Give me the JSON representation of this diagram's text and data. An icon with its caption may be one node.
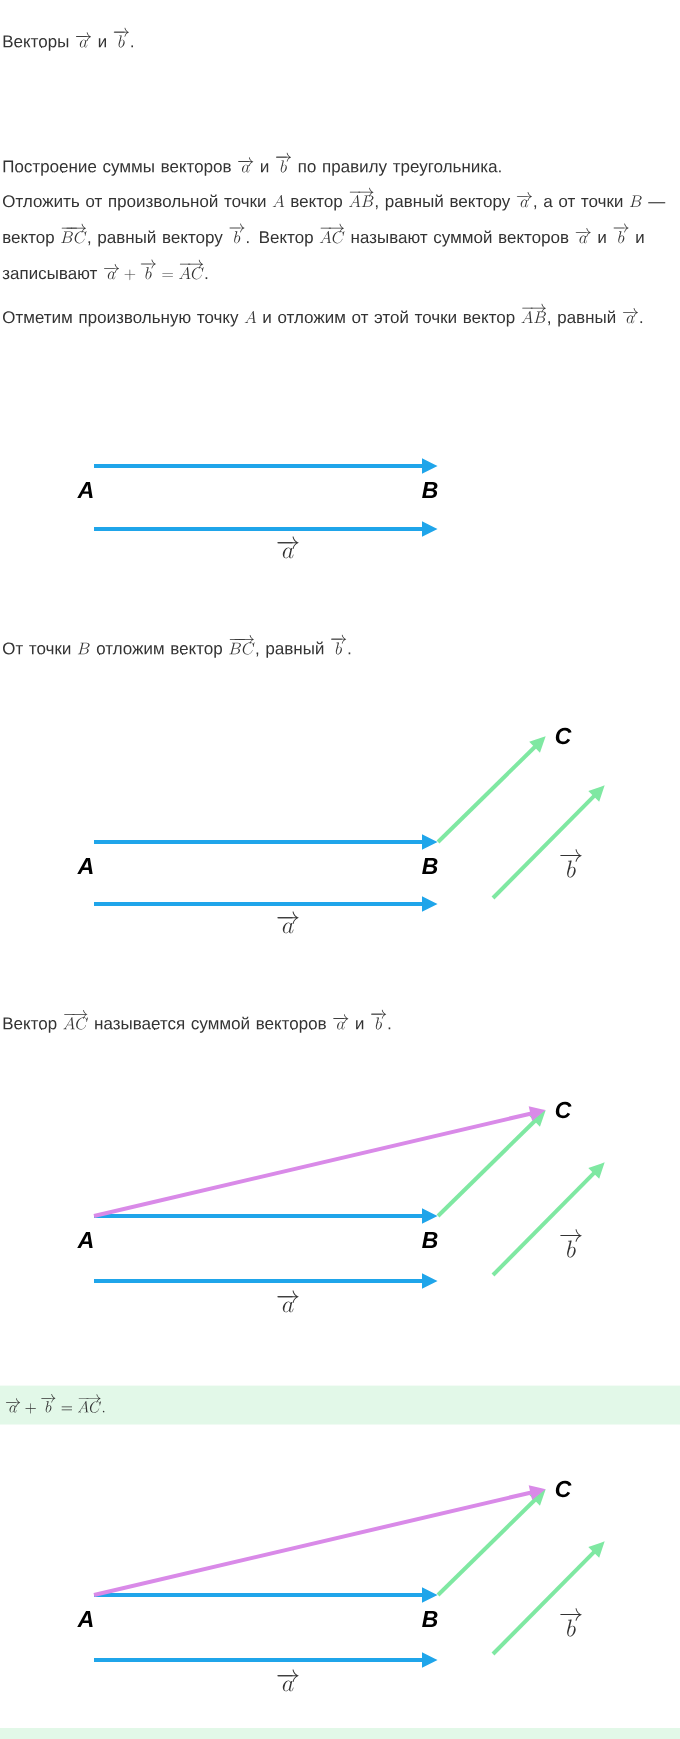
{
  "diagram": {
    "nodes": [
      {
        "text": [
          "A"
        ]
      },
      {
        "text": [
          "B"
        ]
      },
      {
        "text": [
          "A"
        ]
      },
      {
        "text": [
          "B"
        ]
      },
      {
        "text": [
          "C"
        ]
      },
      {
        "text": [
          "A"
        ]
      },
      {
        "text": [
          "B"
        ]
      },
      {
        "text": [
          "C"
        ]
      },
      {
        "text": [
          "\\overrightarrow{a} + \\overrightarrow{b} = \\overrightarrow{AC}."
        ]
      },
      {
        "text": [
          "A"
        ]
      },
      {
        "text": [
          "B"
        ]
      },
      {
        "text": [
          "C"
        ]
      }
    ],
    "edges": [
      {
        "from": 0,
        "to": 1,
        "arrow": "to"
      },
      {
        "from": 2,
        "to": 3,
        "arrow": "to"
      },
      {
        "from": 3,
        "to": 4,
        "arrow": "to",
        "color": "#7fe8a2"
      },
      {
        "from": 5,
        "to": 6,
        "arrow": "to"
      },
      {
        "from": 6,
        "to": 7,
        "arrow": "to",
        "color": "#7fe8a2"
      },
      {
        "from": 5,
        "to": 7,
        "arrow": "to",
        "color": "#d98ae8"
      },
      {
        "from": 9,
        "to": 10,
        "arrow": "to"
      },
      {
        "from": 10,
        "to": 11,
        "arrow": "to",
        "color": "#7fe8a2"
      },
      {
        "from": 9,
        "to": 11,
        "arrow": "to",
        "color": "#d98ae8"
      }
    ],
    "labels": [
      "\\parbox{\\linewidth}{Векторы $\\overrightarrow{a}$ и $\\overrightarrow{b}$.}",
      "\\parbox{\\linewidth}{Построение суммы векторов $\\overrightarrow{a}$ и $\\overrightarrow{b}$ по правилу треугольника.}",
      "\\parbox{\\linewidth}{Отложить от произвольной точки $A$ вектор $\\overrightarrow{AB}$, равный вектору $\\overrightarrow{a}$, а от точки $B$ — вектор $\\overrightarrow{BC}$, равный вектору $\\overrightarrow{b}$. Вектор $\\overrightarrow{AC}$ называют суммой векторов $\\overrightarrow{a}$ и $\\overrightarrow{b}$ и записывают $\\overrightarrow{a} + \\overrightarrow{b} = \\overrightarrow{AC}$.}",
      "\\parbox{\\linewidth}{Отметим произвольную точку $A$ и отложим от этой точки вектор $\\overrightarrow{AB}$, равный $\\overrightarrow{a}$.}",
      "\\overrightarrow{a}",
      "\\parbox{\\linewidth}{От точки $B$ отложим вектор $\\overrightarrow{BC}$, равный $\\overrightarrow{b}$.}",
      "\\overrightarrow{b}",
      "\\overrightarrow{a}",
      "\\parbox{\\linewidth}{Вектор $\\overrightarrow{AC}$ называется суммой векторов $\\overrightarrow{a}$ и $\\overrightarrow{b}$.}",
      "\\overrightarrow{b}",
      "\\overrightarrow{a}",
      "\\overrightarrow{b}",
      "\\overrightarrow{a}"
    ]
  }
}
